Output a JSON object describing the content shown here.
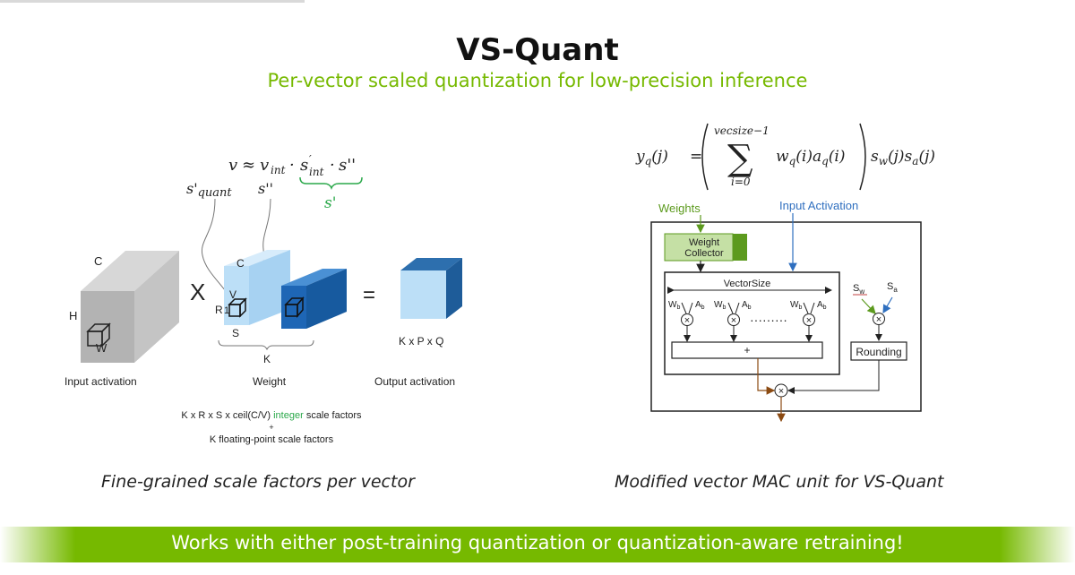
{
  "title": "VS-Quant",
  "subtitle": "Per-vector scaled quantization for low-precision inference",
  "left": {
    "formula": {
      "v": "v",
      "approx": "≈",
      "vint": "v",
      "vint_sub": "int",
      "dot1": "·",
      "s1": "s",
      "s1_sub": "int",
      "dot2": "·",
      "s2": "s''",
      "s_prime": "s'"
    },
    "label_squant": "s'",
    "label_squant_sub": "quant",
    "label_s2": "s''",
    "input": {
      "C": "C",
      "H": "H",
      "W": "W",
      "caption": "Input activation"
    },
    "times": "X",
    "weight": {
      "C": "C",
      "V": "V",
      "R": "R",
      "one": "1",
      "S": "S",
      "K": "K",
      "caption": "Weight"
    },
    "equals": "=",
    "output": {
      "dims": "K x P x Q",
      "caption": "Output activation"
    },
    "factors": {
      "line1_pre": "K x R x S x ceil(C/V)",
      "line1_highlight": "integer",
      "line1_post": "scale factors",
      "plus": "+",
      "line2": "K floating-point scale factors"
    },
    "caption": "Fine-grained scale factors per vector"
  },
  "right": {
    "equation": {
      "lhs": "y",
      "lhs_sub": "q",
      "lhs_arg": "(j)",
      "eq": "=",
      "upper": "vecsize−1",
      "sigma": "∑",
      "lower": "i=0",
      "term": "w",
      "term_sub": "q",
      "term_arg": "(i)a",
      "term_sub2": "q",
      "term_arg2": "(i)",
      "post": "s",
      "post_sub": "w",
      "post_arg": "(j)s",
      "post_sub2": "a",
      "post_arg2": "(j)"
    },
    "weights_label": "Weights",
    "input_activation_label": "Input Activation",
    "weight_collector": "Weight Collector",
    "vector_size": "VectorSize",
    "w_label": "W",
    "w_sub": "b",
    "a_label": "A",
    "a_sub": "b",
    "times_symbol": "×",
    "dots": "·········",
    "plus": "+",
    "sw": "S",
    "sw_sub": "w",
    "sa": "S",
    "sa_sub": "a",
    "rounding": "Rounding",
    "caption": "Modified vector MAC unit for VS-Quant"
  },
  "banner": "Works with either post-training quantization or quantization-aware retraining!",
  "colors": {
    "nvidia_green": "#76b900",
    "light_blue": "#bcdff7",
    "mid_blue": "#2b7ac9",
    "dark_blue": "#1e5c99",
    "gray_box": "#c8c8c8",
    "wc_fill": "#c5e0a5",
    "wc_dark": "#5c9a1e",
    "input_act_blue": "#2f6fbf",
    "weights_green": "#5c9a1e",
    "brown": "#8b4a12"
  }
}
